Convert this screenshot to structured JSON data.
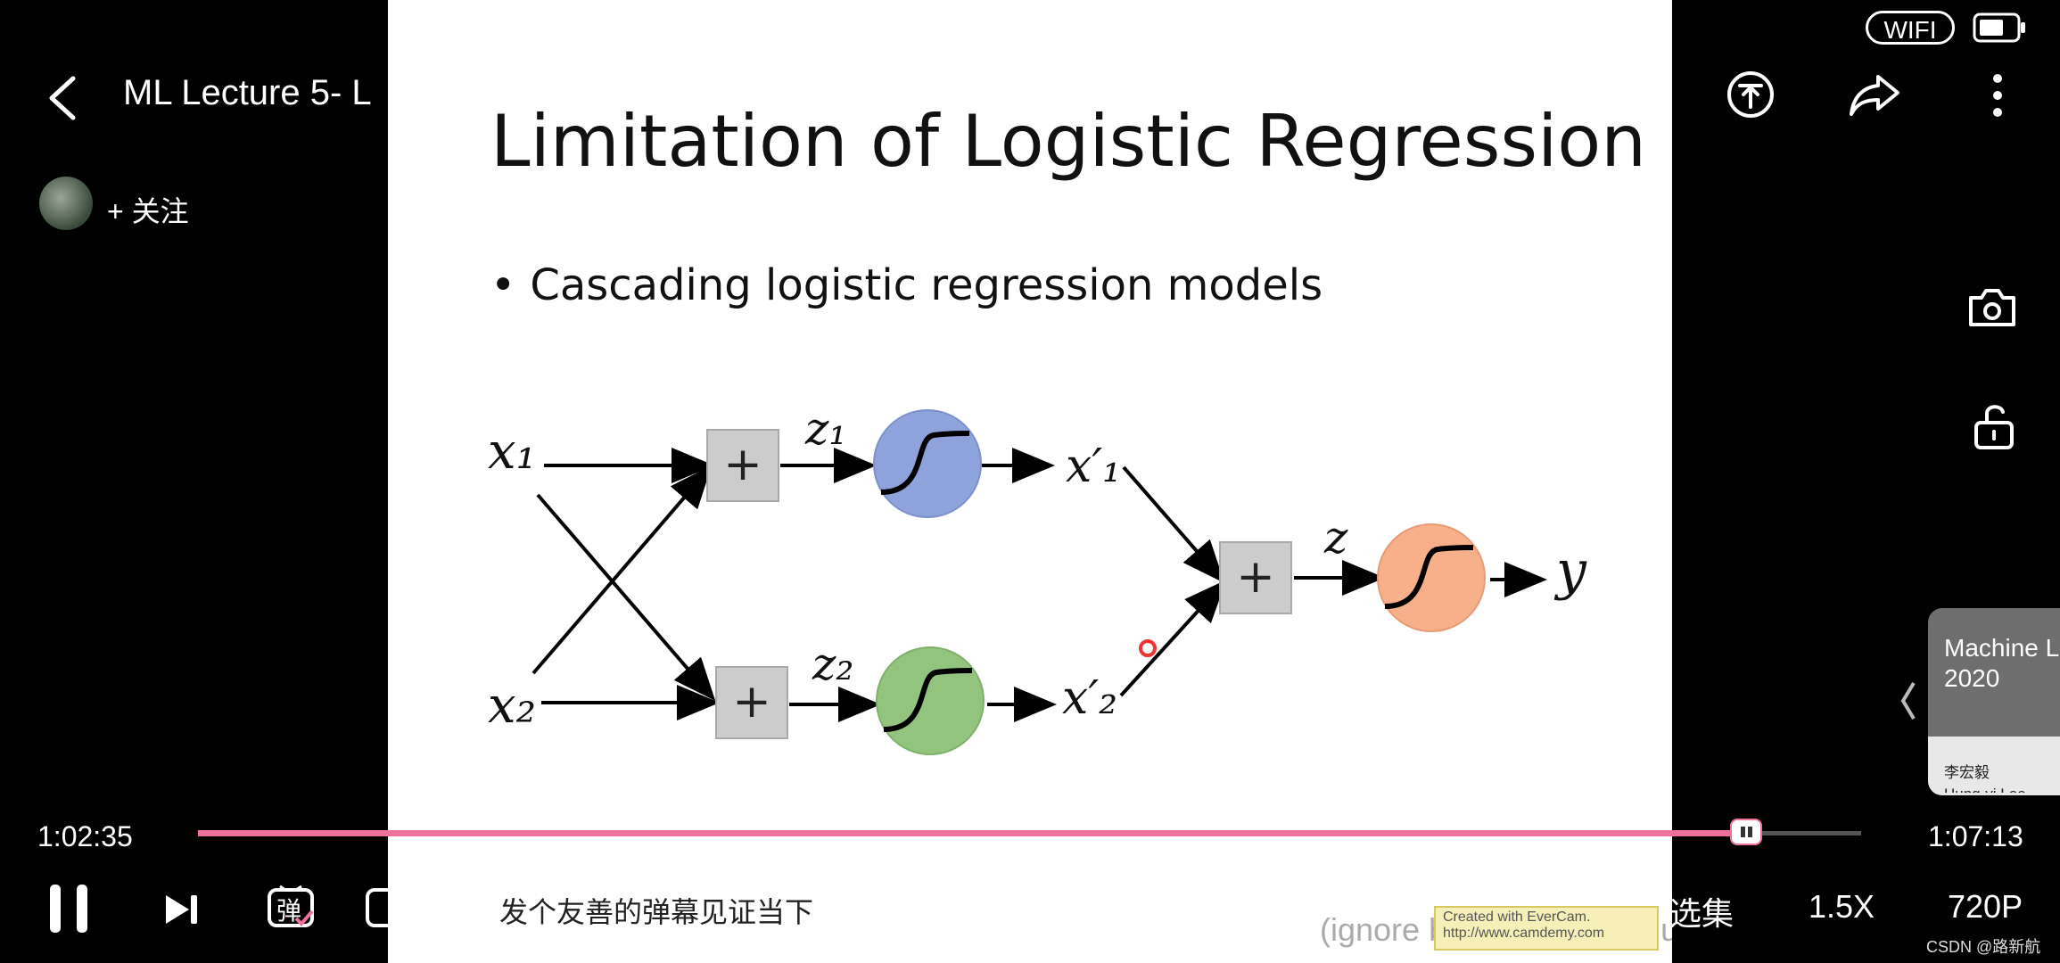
{
  "header": {
    "video_title": "ML Lecture 5- L",
    "follow_label": "+ 关注"
  },
  "status_bar": {
    "wifi_label": "WIFI"
  },
  "slide": {
    "title": "Limitation of Logistic Regression",
    "bullet": "Cascading logistic regression models",
    "diagram_labels": {
      "x1": "x₁",
      "x2": "x₂",
      "z1": "z₁",
      "z2": "z₂",
      "x1p": "x′₁",
      "x2p": "x′₂",
      "z": "z",
      "y": "y",
      "plus": "+"
    },
    "colors": {
      "sigmoid_1": "#8ea2dc",
      "sigmoid_2": "#93c47d",
      "sigmoid_out": "#f8b08a",
      "sum_box": "#cccccc"
    },
    "overlay_text": "(ignore b",
    "overlay_text_tail": "ure)",
    "evercam_line1": "Created with EverCam.",
    "evercam_line2": "http://www.camdemy.com"
  },
  "player": {
    "current_time": "1:02:35",
    "total_time": "1:07:13",
    "progress": 0.931,
    "danmaku_placeholder": "发个友善的弹幕见证当下",
    "danmaku_toggle": "弹",
    "episodes_label": "选集",
    "speed_label": "1.5X",
    "quality_label": "720P"
  },
  "side_card": {
    "title_line1": "Machine L",
    "title_line2": "2020",
    "author": "李宏毅",
    "author_en": "Hung-yi Lee"
  },
  "watermark": "CSDN @路新航"
}
